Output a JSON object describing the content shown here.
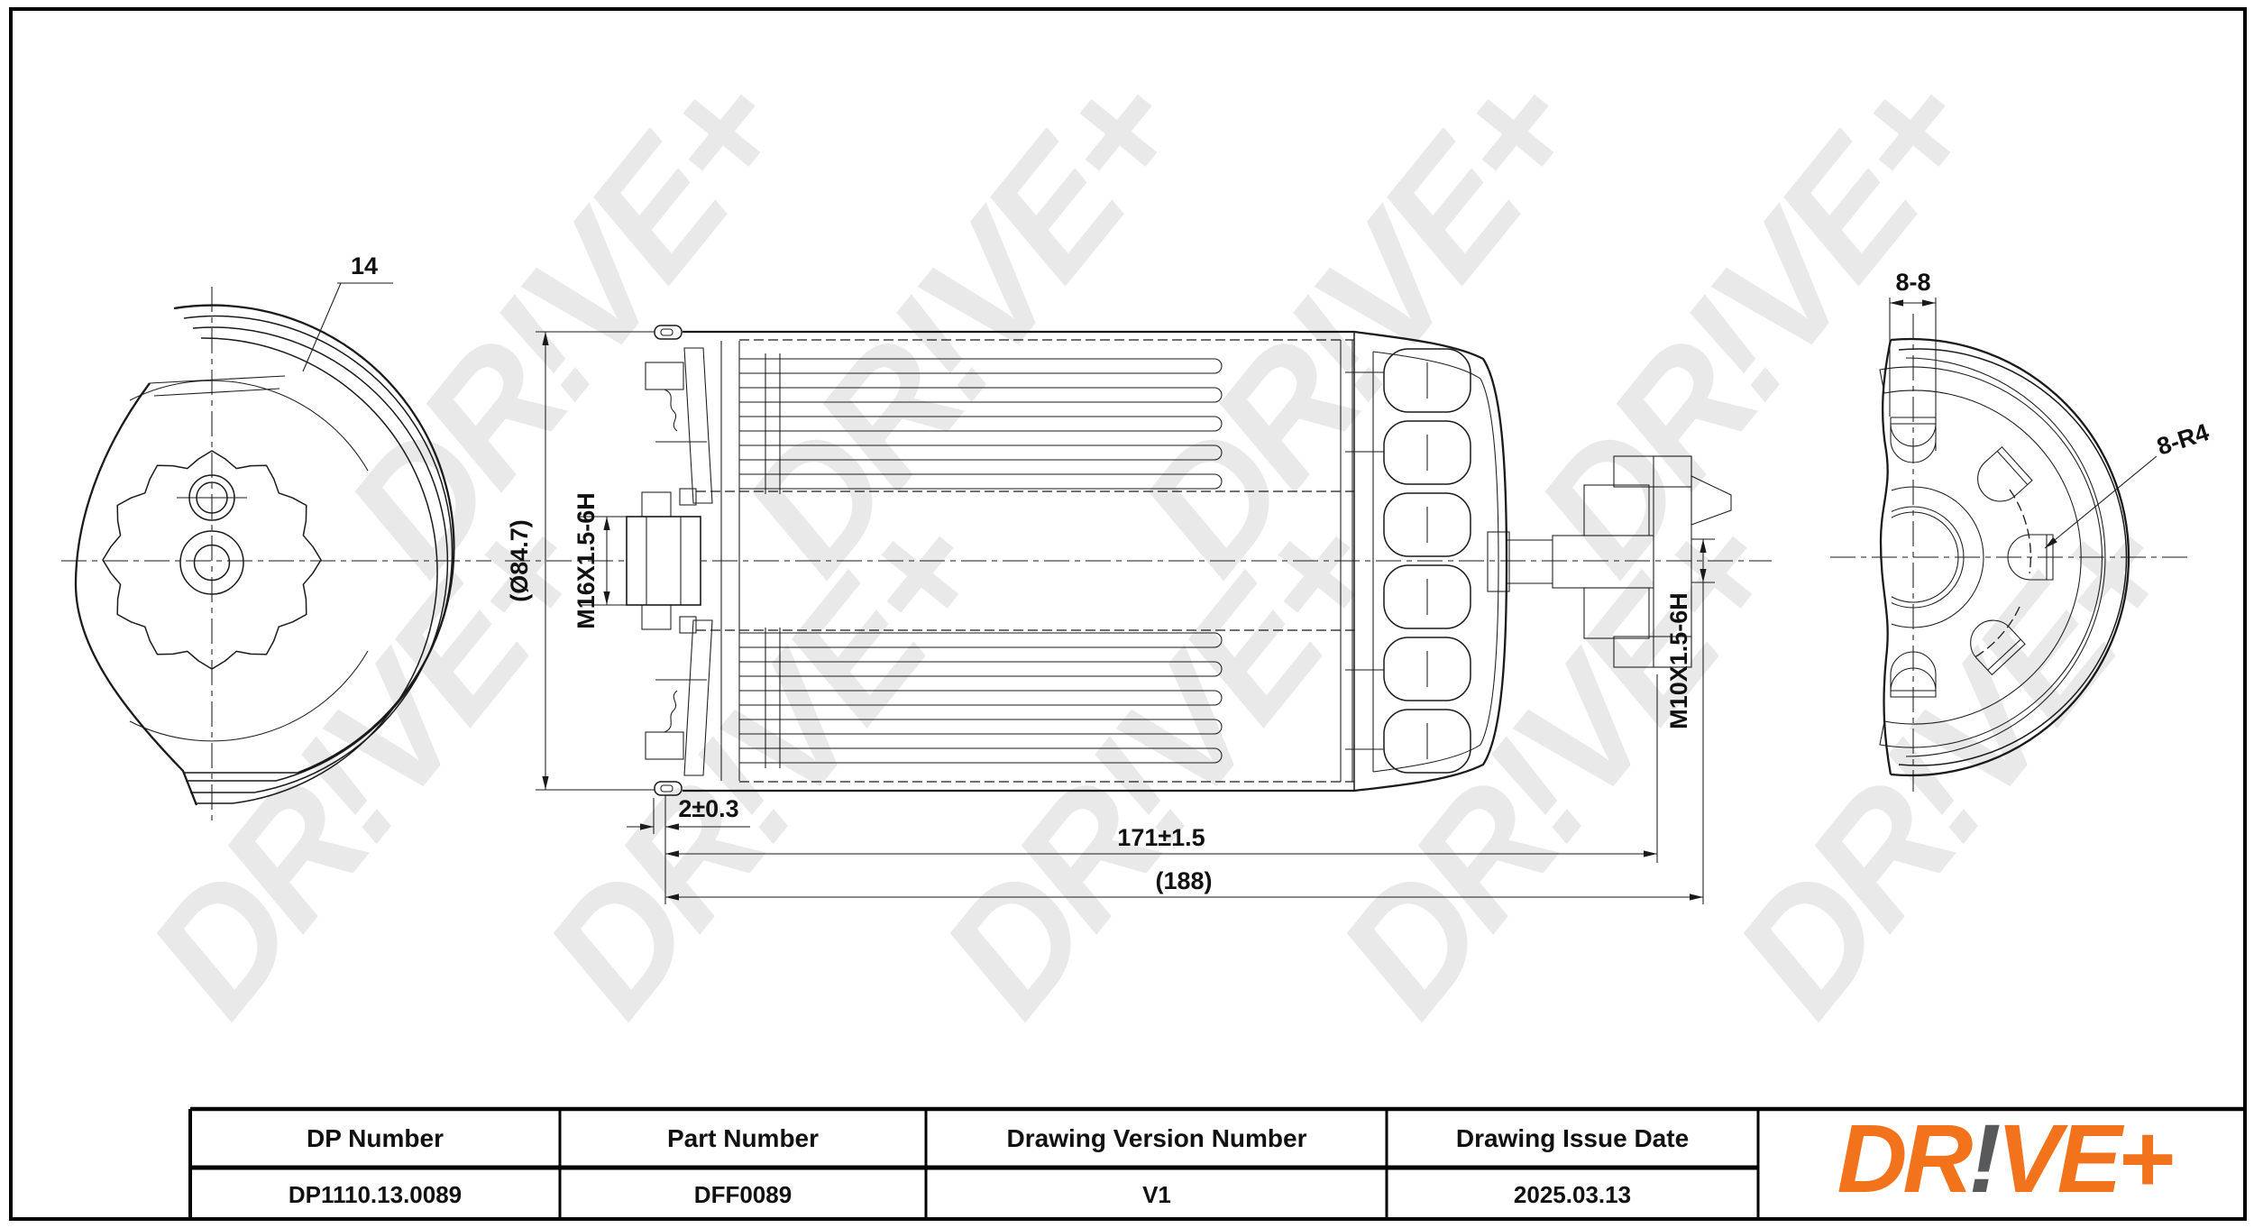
{
  "drawing": {
    "watermark_text": "DR!VE+",
    "left_view": {
      "balloon_label": "14"
    },
    "front_view": {
      "outer_diameter": "(Ø84.7)",
      "thread_left": "M16X1.5-6H",
      "edge_offset": "2±0.3",
      "body_length": "171±1.5",
      "overall_length": "(188)",
      "thread_right": "M10X1.5-6H"
    },
    "section_view": {
      "section_label": "8-8",
      "radius_label": "8-R4"
    }
  },
  "title_block": {
    "columns": [
      {
        "header": "DP Number",
        "value": "DP1110.13.0089"
      },
      {
        "header": "Part Number",
        "value": "DFF0089"
      },
      {
        "header": "Drawing Version Number",
        "value": "V1"
      },
      {
        "header": "Drawing Issue Date",
        "value": "2025.03.13"
      }
    ],
    "logo": {
      "prefix": "DR",
      "exclaim": "!",
      "suffix": "VE+"
    }
  },
  "colors": {
    "line": "#1a1a1a",
    "logo_orange": "#F2731B",
    "logo_gray": "#58595B"
  }
}
